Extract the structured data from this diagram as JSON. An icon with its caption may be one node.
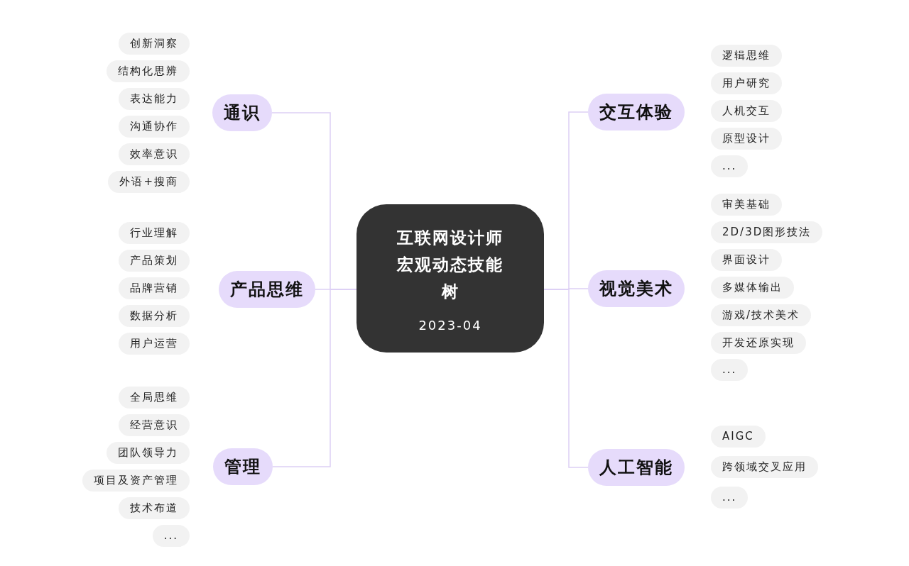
{
  "diagram": {
    "nodes": [
      {
        "text": [
          "互联网设计师宏观动态技能树",
          "2023-04"
        ]
      },
      {
        "text": [
          "通识"
        ]
      },
      {
        "text": [
          "创新洞察"
        ]
      },
      {
        "text": [
          "结构化思辨"
        ]
      },
      {
        "text": [
          "表达能力"
        ]
      },
      {
        "text": [
          "沟通协作"
        ]
      },
      {
        "text": [
          "效率意识"
        ]
      },
      {
        "text": [
          "外语+搜商"
        ]
      },
      {
        "text": [
          "产品思维"
        ]
      },
      {
        "text": [
          "行业理解"
        ]
      },
      {
        "text": [
          "产品策划"
        ]
      },
      {
        "text": [
          "品牌营销"
        ]
      },
      {
        "text": [
          "数据分析"
        ]
      },
      {
        "text": [
          "用户运营"
        ]
      },
      {
        "text": [
          "管理"
        ]
      },
      {
        "text": [
          "全局思维"
        ]
      },
      {
        "text": [
          "经营意识"
        ]
      },
      {
        "text": [
          "团队领导力"
        ]
      },
      {
        "text": [
          "项目及资产管理"
        ]
      },
      {
        "text": [
          "技术布道"
        ]
      },
      {
        "text": [
          "..."
        ]
      },
      {
        "text": [
          "交互体验"
        ]
      },
      {
        "text": [
          "逻辑思维"
        ]
      },
      {
        "text": [
          "用户研究"
        ]
      },
      {
        "text": [
          "人机交互"
        ]
      },
      {
        "text": [
          "原型设计"
        ]
      },
      {
        "text": [
          "..."
        ]
      },
      {
        "text": [
          "视觉美术"
        ]
      },
      {
        "text": [
          "审美基础"
        ]
      },
      {
        "text": [
          "2D/3D图形技法"
        ]
      },
      {
        "text": [
          "界面设计"
        ]
      },
      {
        "text": [
          "多媒体输出"
        ]
      },
      {
        "text": [
          "游戏/技术美术"
        ]
      },
      {
        "text": [
          "开发还原实现"
        ]
      },
      {
        "text": [
          "..."
        ]
      },
      {
        "text": [
          "人工智能"
        ]
      },
      {
        "text": [
          "AIGC"
        ]
      },
      {
        "text": [
          "跨领域交叉应用"
        ]
      },
      {
        "text": [
          "..."
        ]
      }
    ],
    "edges": [
      {
        "from": 0,
        "to": 1,
        "arrow": "none"
      },
      {
        "from": 0,
        "to": 8,
        "arrow": "none"
      },
      {
        "from": 0,
        "to": 14,
        "arrow": "none"
      },
      {
        "from": 0,
        "to": 21,
        "arrow": "none"
      },
      {
        "from": 0,
        "to": 27,
        "arrow": "none"
      },
      {
        "from": 0,
        "to": 35,
        "arrow": "none"
      }
    ]
  }
}
